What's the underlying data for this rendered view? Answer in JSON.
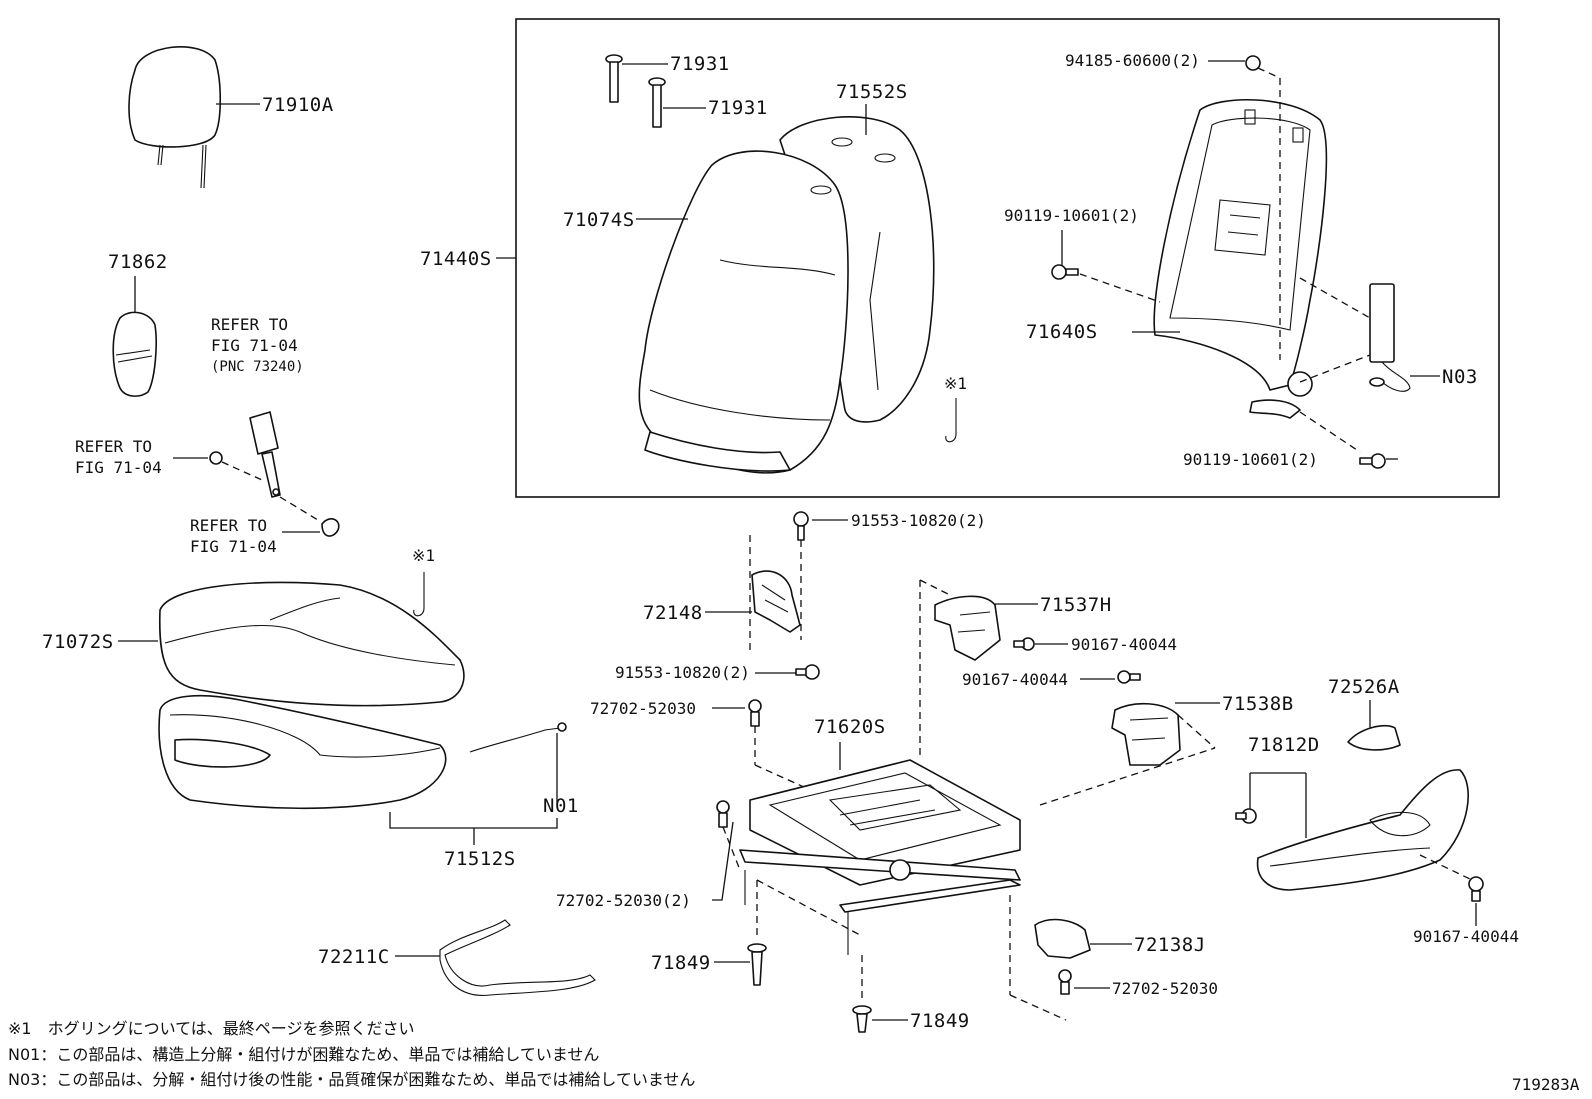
{
  "diagram_id": "719283A",
  "labels": {
    "headrest": "71910A",
    "cover_71862": "71862",
    "refer1_l1": "REFER TO",
    "refer1_l2": "FIG 71-04",
    "refer1_l3": "(PNC 73240)",
    "refer2_l1": "REFER TO",
    "refer2_l2": "FIG 71-04",
    "refer3_l1": "REFER TO",
    "refer3_l2": "FIG 71-04",
    "back_assy": "71440S",
    "guide_a": "71931",
    "guide_b": "71931",
    "back_pad": "71552S",
    "back_cover": "71074S",
    "bolt_94185": "94185-60600(2)",
    "bolt_90119_top": "90119-10601(2)",
    "back_frame": "71640S",
    "note_n03": "N03",
    "bolt_90119_bot": "90119-10601(2)",
    "hogring_back": "※1",
    "hogring_cushion": "※1",
    "cushion_cover": "71072S",
    "cushion_pad": "71512S",
    "note_n01": "N01",
    "bolt_91553_top": "91553-10820(2)",
    "bracket_72148": "72148",
    "bolt_91553_bot": "91553-10820(2)",
    "clip_72702_a": "72702-52030",
    "cushion_frame": "71620S",
    "clip_72702_b": "72702-52030(2)",
    "hinge_cover_h": "71537H",
    "screw_90167_a": "90167-40044",
    "screw_90167_b": "90167-40044",
    "hinge_cover_b": "71538B",
    "knob_72526a": "72526A",
    "shield_71812d": "71812D",
    "screw_90167_c": "90167-40044",
    "wire_72211c": "72211C",
    "cover_72138j": "72138J",
    "clip_72702_c": "72702-52030",
    "pin_71849_a": "71849",
    "pin_71849_b": "71849"
  },
  "notes": [
    "※1　ホグリングについては、最終ページを参照ください",
    "N01：この部品は、構造上分解・組付けが困難なため、単品では補給していません",
    "N03：この部品は、分解・組付け後の性能・品質確保が困難なため、単品では補給していません"
  ]
}
